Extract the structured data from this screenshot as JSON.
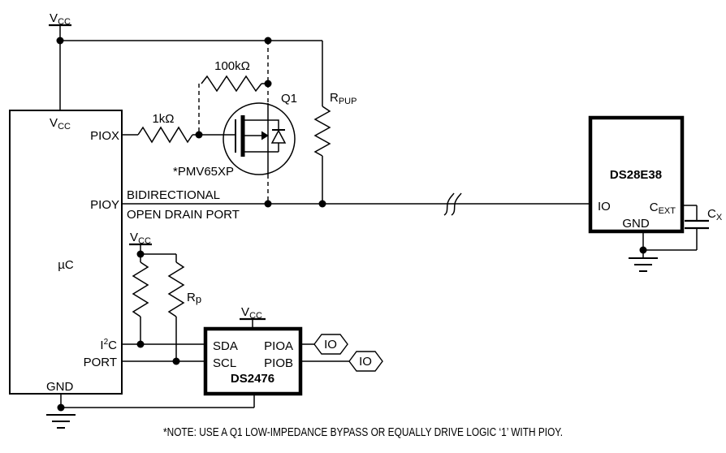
{
  "schematic": {
    "note": "*NOTE: USE A Q1 LOW-IMPEDANCE BYPASS OR EQUALLY DRIVE LOGIC ‘1’ WITH PIOY.",
    "vcc": {
      "base": "V",
      "sub": "CC"
    },
    "uc": {
      "name": "µC",
      "piox": "PIOX",
      "pioy": "PIOY",
      "i2c_base": "I",
      "i2c_sup": "2",
      "i2c_tail": "C",
      "port": "PORT",
      "gnd": "GND"
    },
    "pioy_caption": {
      "line1": "BIDIRECTIONAL",
      "line2": "OPEN DRAIN PORT"
    },
    "q1": {
      "designator": "Q1",
      "part": "*PMV65XP"
    },
    "resistors": {
      "series": "1kΩ",
      "gate": "100kΩ",
      "pullup": {
        "base": "R",
        "sub": "PUP"
      },
      "i2c": {
        "base": "R",
        "sub": "p"
      }
    },
    "capacitor": {
      "base": "C",
      "sub": "X"
    },
    "ds2476": {
      "name": "DS2476",
      "sda": "SDA",
      "scl": "SCL",
      "pioa": "PIOA",
      "piob": "PIOB"
    },
    "ds28e38": {
      "name": "DS28E38",
      "io": "IO",
      "cext_base": "C",
      "cext_sub": "EXT",
      "gnd": "GND"
    },
    "io_tags": {
      "a": "IO",
      "b": "IO"
    }
  }
}
